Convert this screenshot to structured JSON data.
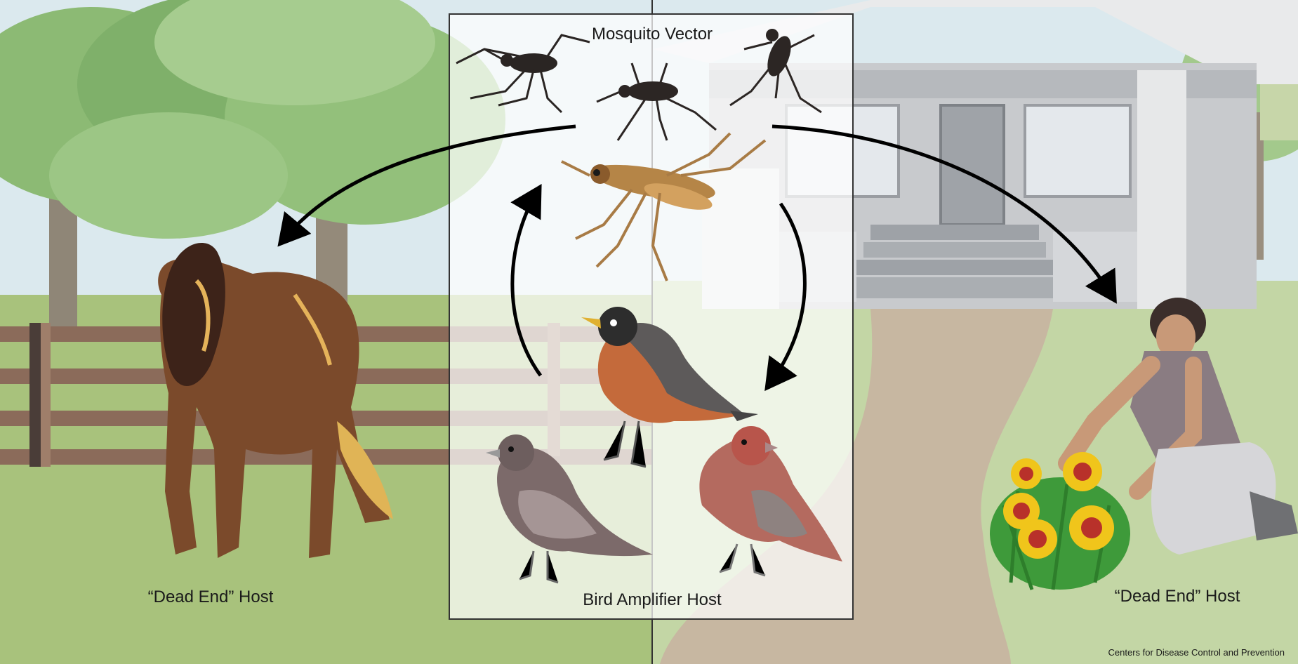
{
  "labels": {
    "mosquito": "Mosquito Vector",
    "bird": "Bird Amplifier Host",
    "horse": "“Dead End” Host",
    "human": "“Dead End” Host",
    "credit": "Centers for Disease Control and Prevention"
  },
  "colors": {
    "sky": "#d9e8ef",
    "grass_left": "#a9c47f",
    "grass_right": "#c3d7a6",
    "tree_canopy": "#8ab872",
    "fence": "#8a6a5a",
    "path": "#c9b9a3",
    "house": "#c7c9cc",
    "arrow": "#000000",
    "panel": "#ffffff"
  }
}
